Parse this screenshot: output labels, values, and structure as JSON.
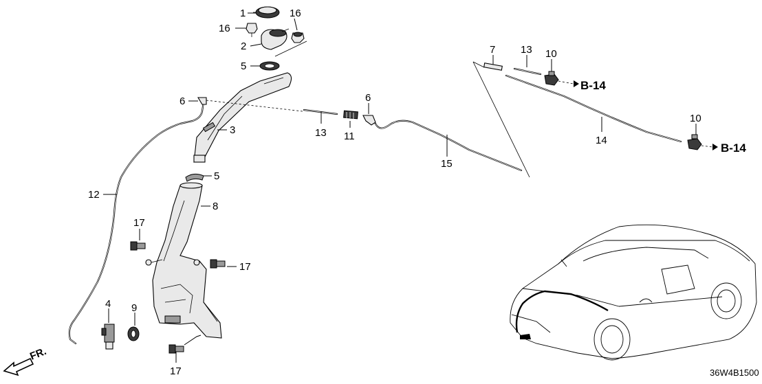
{
  "diagram": {
    "diagram_code": "36W4B1500",
    "front_marker": "FR.",
    "reference": "B-14",
    "callouts": {
      "c1": "1",
      "c2": "2",
      "c3": "3",
      "c4": "4",
      "c5a": "5",
      "c5b": "5",
      "c6a": "6",
      "c6b": "6",
      "c7": "7",
      "c8": "8",
      "c9": "9",
      "c10a": "10",
      "c10b": "10",
      "c11": "11",
      "c12": "12",
      "c13a": "13",
      "c13b": "13",
      "c14": "14",
      "c15": "15",
      "c16a": "16",
      "c16b": "16",
      "c17a": "17",
      "c17b": "17",
      "c17c": "17"
    }
  },
  "icons": {
    "front_arrow": "front-direction-arrow-icon",
    "reference_arrow": "reference-arrow-icon"
  }
}
